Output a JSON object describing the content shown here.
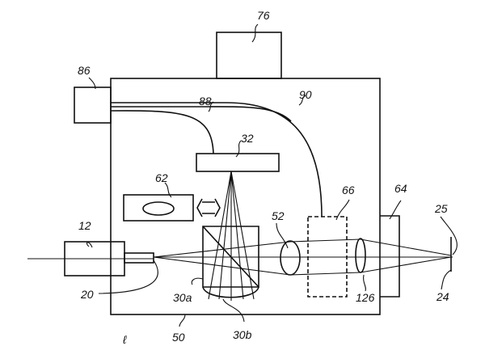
{
  "labels": {
    "l76": "76",
    "l86": "86",
    "l88": "88",
    "l90": "90",
    "l32": "32",
    "l62": "62",
    "l66": "66",
    "l64": "64",
    "l12": "12",
    "l52": "52",
    "l25": "25",
    "l20": "20",
    "l30a": "30a",
    "l126": "126",
    "l24": "24",
    "l50": "50",
    "l30b": "30b",
    "l10": "ℓ"
  }
}
